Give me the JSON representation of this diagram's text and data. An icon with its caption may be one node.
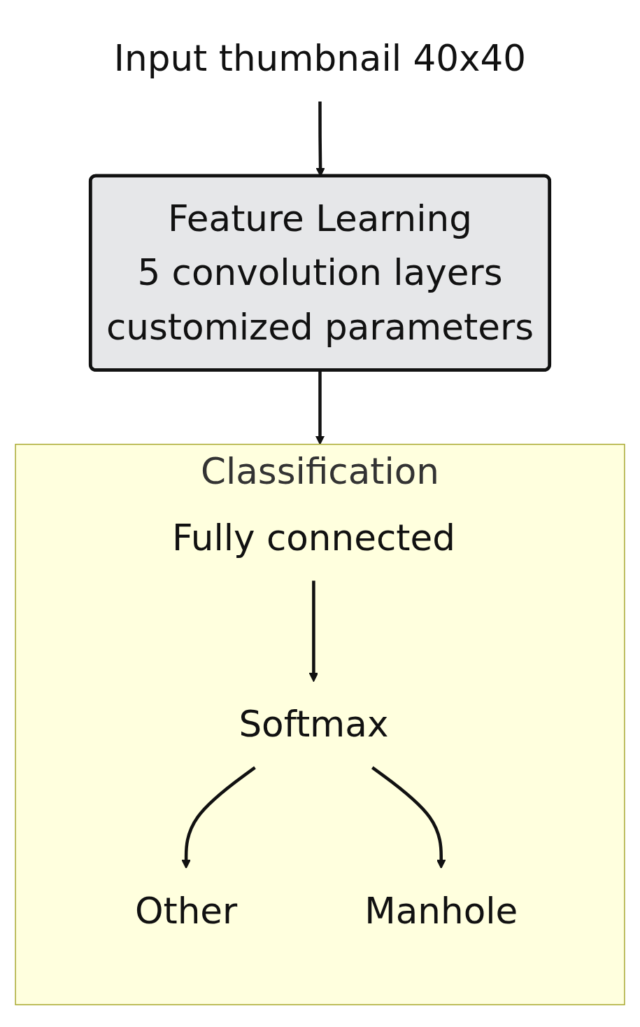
{
  "diagram": {
    "nodes": [
      {
        "text": [
          "Input thumbnail 40x40"
        ]
      },
      {
        "text": [
          "Feature Learning",
          "5 convolution layers",
          "customized parameters"
        ]
      },
      {
        "text": [
          "Classification"
        ]
      },
      {
        "text": [
          "Fully connected"
        ],
        "in": 2
      },
      {
        "text": [
          "Softmax"
        ],
        "in": 2
      },
      {
        "text": [
          "Other"
        ],
        "in": 2
      },
      {
        "text": [
          "Manhole"
        ],
        "in": 2
      }
    ],
    "edges": [
      {
        "from": 0,
        "to": 1,
        "arrow": "to"
      },
      {
        "from": 1,
        "to": 2,
        "arrow": "to"
      },
      {
        "from": 3,
        "to": 4,
        "arrow": "to"
      },
      {
        "from": 4,
        "to": 5,
        "arrow": "to"
      },
      {
        "from": 4,
        "to": 6,
        "arrow": "to"
      }
    ]
  }
}
